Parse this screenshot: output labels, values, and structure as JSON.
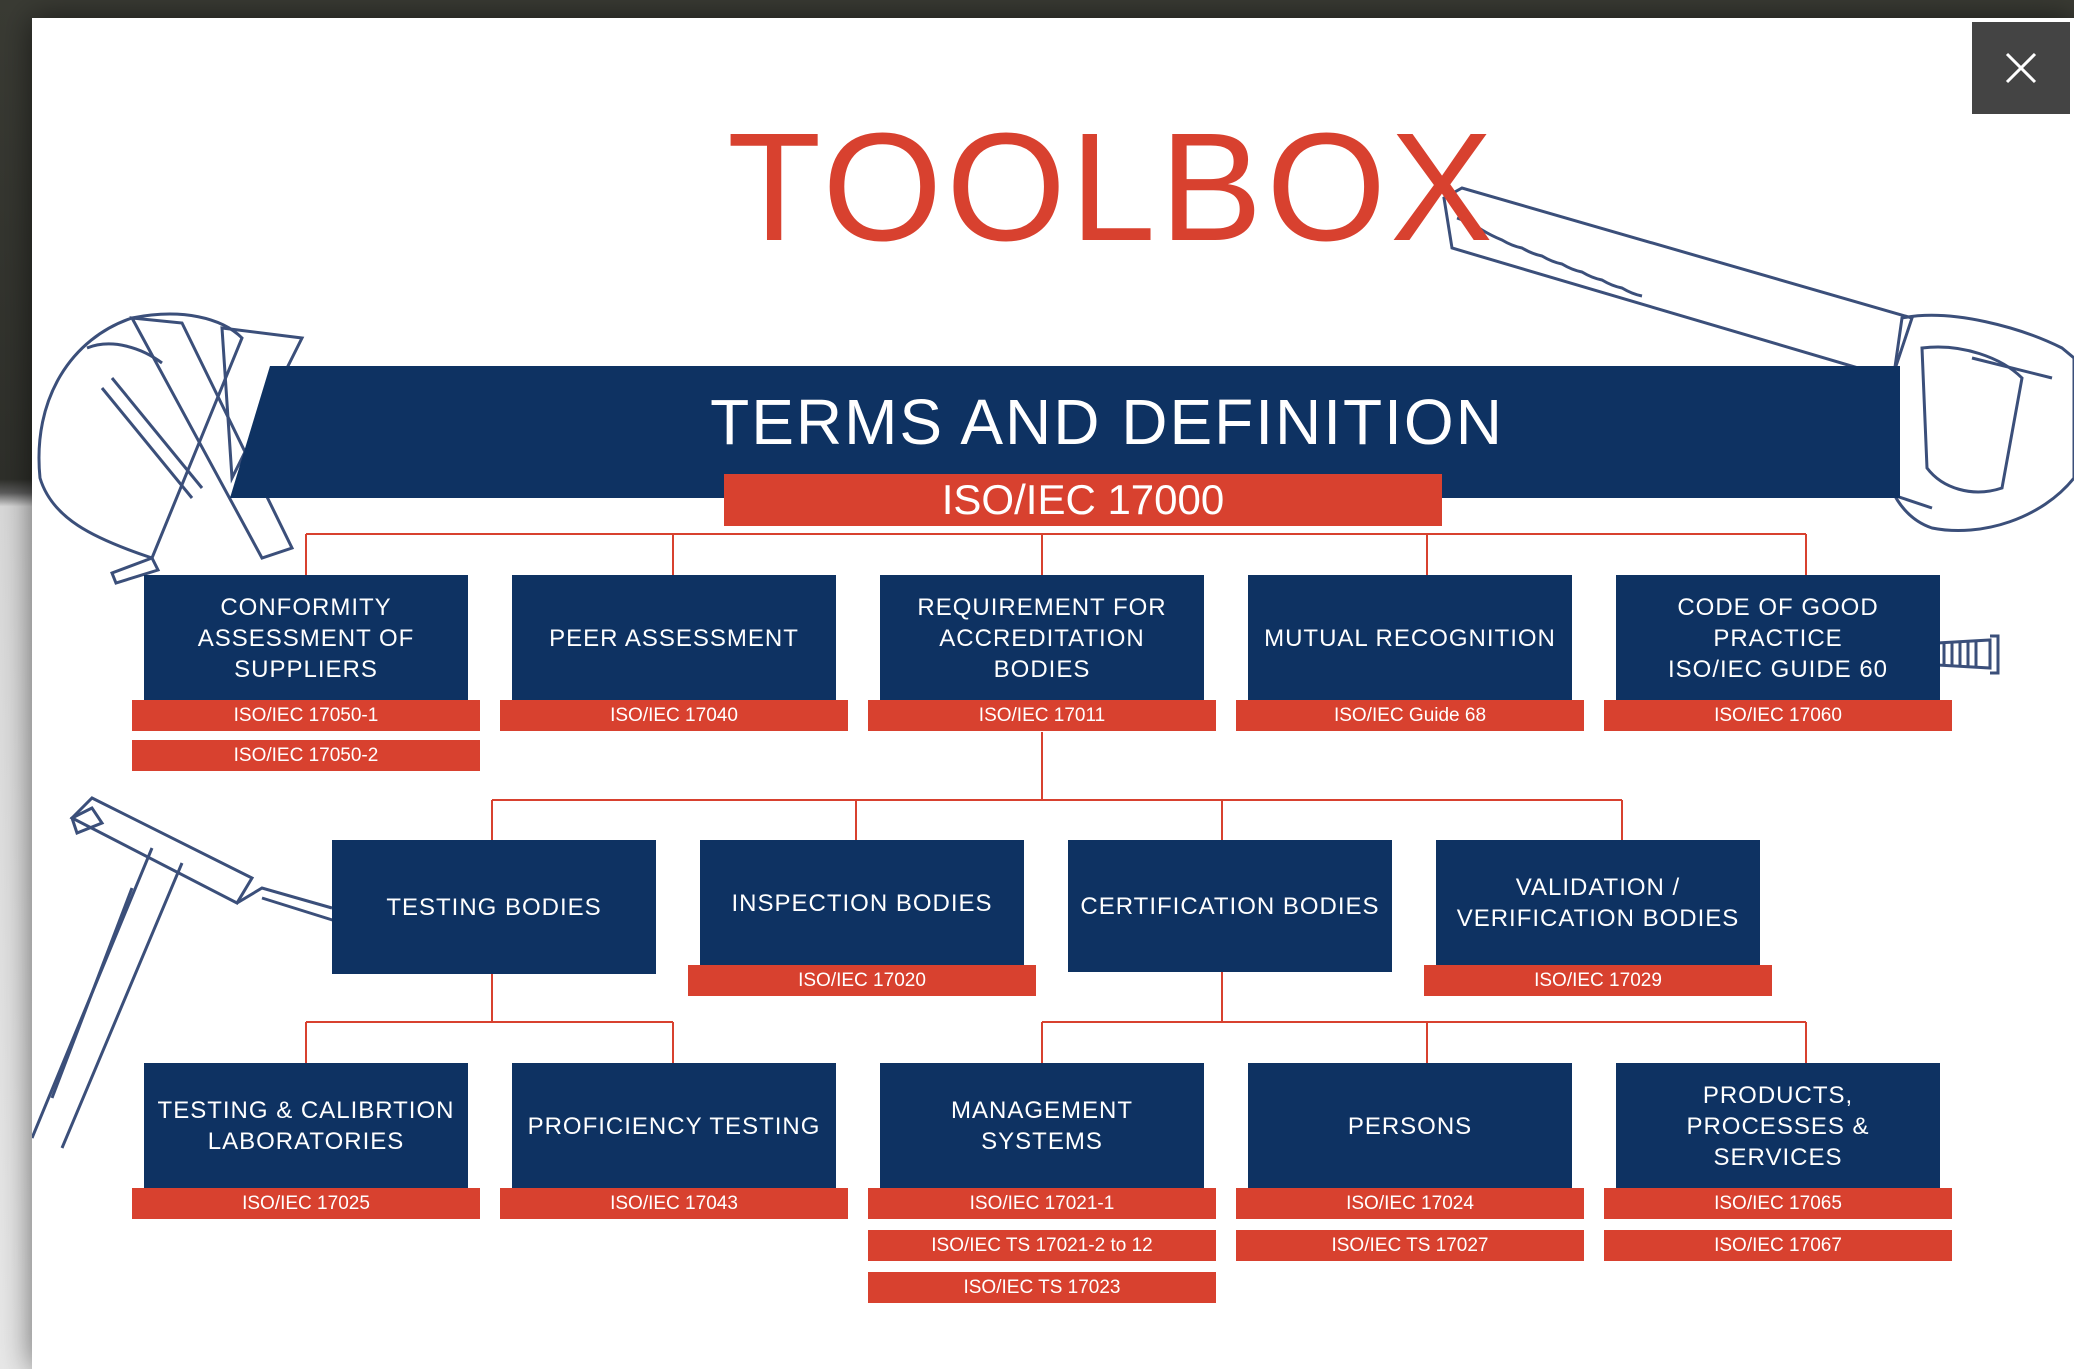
{
  "modal": {
    "close_label": "×"
  },
  "title": "TOOLBOX",
  "banner": {
    "title": "TERMS AND DEFINITION",
    "standard": "ISO/IEC 17000"
  },
  "row1": [
    {
      "name": "CONFORMITY\nASSESSMENT OF\nSUPPLIERS",
      "standards": [
        "ISO/IEC 17050-1",
        "ISO/IEC 17050-2"
      ]
    },
    {
      "name": "PEER ASSESSMENT",
      "standards": [
        "ISO/IEC 17040"
      ]
    },
    {
      "name": "REQUIREMENT FOR\nACCREDITATION  BODIES",
      "standards": [
        "ISO/IEC 17011"
      ]
    },
    {
      "name": "MUTUAL RECOGNITION",
      "standards": [
        "ISO/IEC Guide 68"
      ]
    },
    {
      "name": "CODE OF GOOD\nPRACTICE\nISO/IEC GUIDE 60",
      "standards": [
        "ISO/IEC 17060"
      ]
    }
  ],
  "row2": [
    {
      "name": "TESTING BODIES",
      "standards": []
    },
    {
      "name": "INSPECTION BODIES",
      "standards": [
        "ISO/IEC 17020"
      ]
    },
    {
      "name": "CERTIFICATION BODIES",
      "standards": []
    },
    {
      "name": "VALIDATION /\nVERIFICATION BODIES",
      "standards": [
        "ISO/IEC 17029"
      ]
    }
  ],
  "row3": [
    {
      "name": "TESTING & CALIBRTION\nLABORATORIES",
      "standards": [
        "ISO/IEC 17025"
      ]
    },
    {
      "name": "PROFICIENCY TESTING",
      "standards": [
        "ISO/IEC 17043"
      ]
    },
    {
      "name": "MANAGEMENT SYSTEMS",
      "standards": [
        "ISO/IEC 17021-1",
        "ISO/IEC TS 17021-2 to 12",
        "ISO/IEC TS 17023"
      ]
    },
    {
      "name": "PERSONS",
      "standards": [
        "ISO/IEC 17024",
        "ISO/IEC TS 17027"
      ]
    },
    {
      "name": "PRODUCTS,\nPROCESSES & SERVICES",
      "standards": [
        "ISO/IEC 17065",
        "ISO/IEC 17067"
      ]
    }
  ],
  "colors": {
    "navy": "#0e3262",
    "red": "#d8412f",
    "line": "#d8412f",
    "outline": "#3b4f7a"
  },
  "icons": [
    "close-icon",
    "helmet-icon",
    "saw-icon",
    "hammer-icon",
    "screw-icon"
  ]
}
